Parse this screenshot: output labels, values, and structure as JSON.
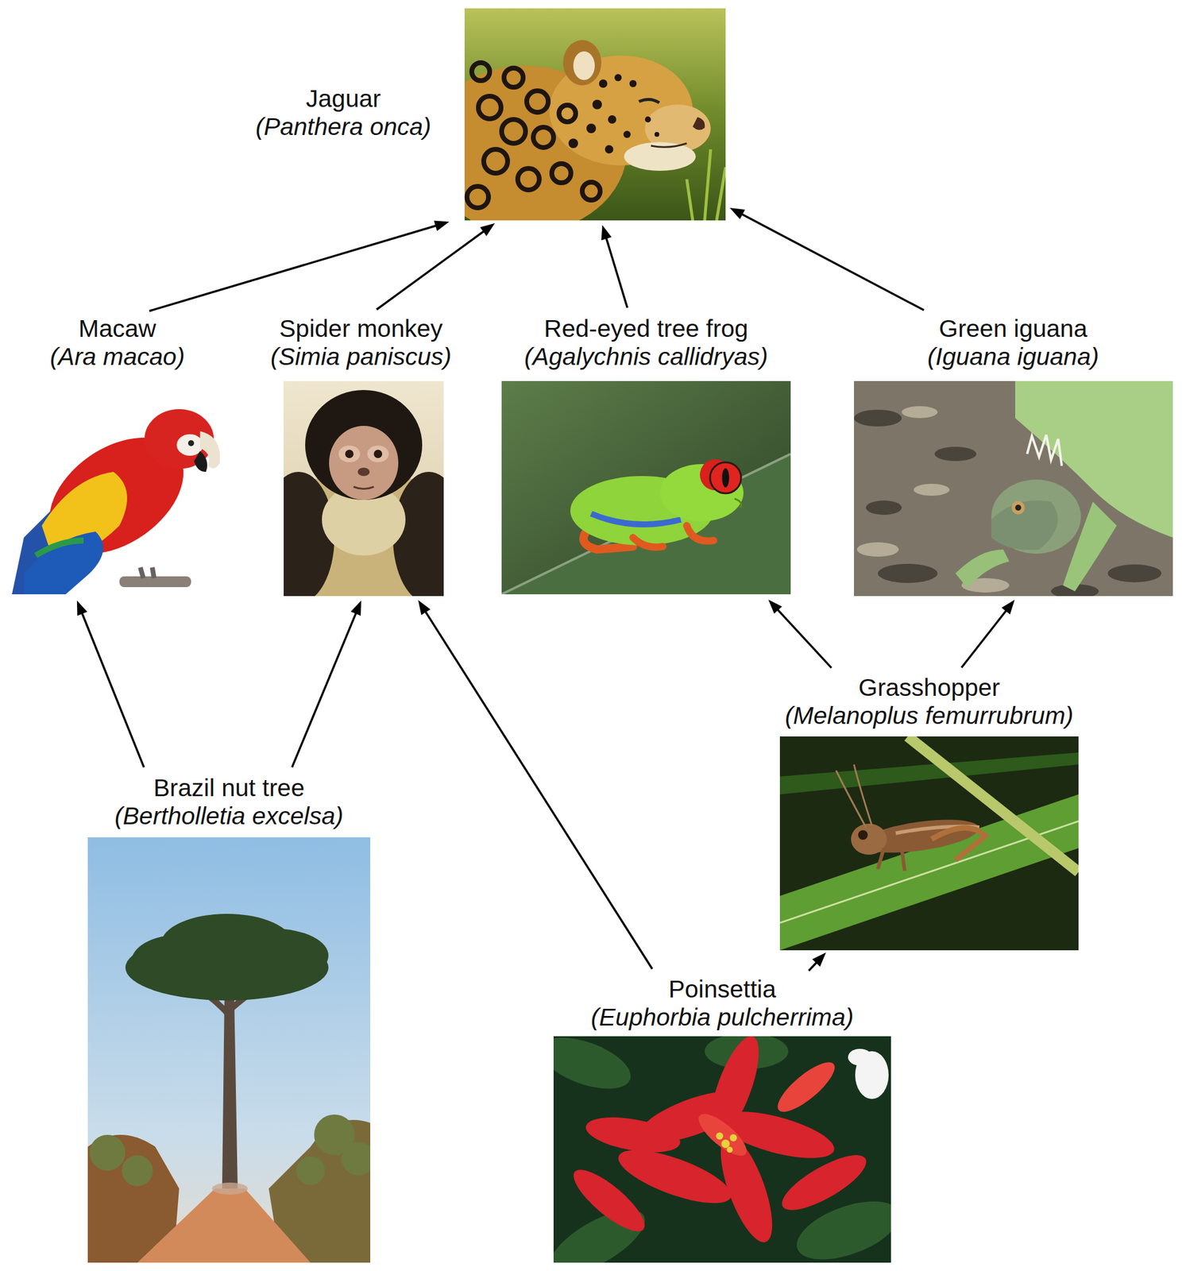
{
  "diagram": {
    "nodes": [
      {
        "text": [
          "Jaguar",
          "(Panthera onca)"
        ]
      },
      {
        "text": [
          "Macaw",
          "(Ara macao)"
        ]
      },
      {
        "text": [
          "Spider monkey",
          "(Simia paniscus)"
        ]
      },
      {
        "text": [
          "Red-eyed tree frog",
          "(Agalychnis callidryas)"
        ]
      },
      {
        "text": [
          "Green iguana",
          "(Iguana iguana)"
        ]
      },
      {
        "text": [
          "Grasshopper",
          "(Melanoplus femurrubrum)"
        ]
      },
      {
        "text": [
          "Brazil nut tree",
          "(Bertholletia excelsa)"
        ]
      },
      {
        "text": [
          "Poinsettia",
          "(Euphorbia pulcherrima)"
        ]
      }
    ],
    "edges": [
      {
        "from": 1,
        "to": 0,
        "arrow": "to"
      },
      {
        "from": 2,
        "to": 0,
        "arrow": "to"
      },
      {
        "from": 3,
        "to": 0,
        "arrow": "to"
      },
      {
        "from": 4,
        "to": 0,
        "arrow": "to"
      },
      {
        "from": 6,
        "to": 1,
        "arrow": "to"
      },
      {
        "from": 6,
        "to": 2,
        "arrow": "to"
      },
      {
        "from": 7,
        "to": 2,
        "arrow": "to"
      },
      {
        "from": 7,
        "to": 5,
        "arrow": "to"
      },
      {
        "from": 5,
        "to": 3,
        "arrow": "to"
      },
      {
        "from": 5,
        "to": 4,
        "arrow": "to"
      }
    ]
  }
}
